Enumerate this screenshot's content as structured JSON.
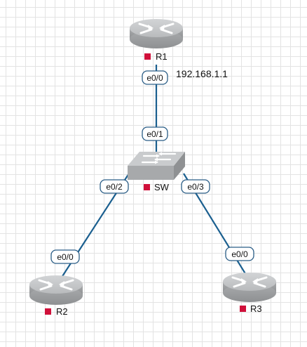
{
  "colors": {
    "link": "#1a5f8f",
    "status": "#d0103a",
    "device_top": "#c4c6c8",
    "device_side": "#a3a5a7",
    "label_border": "#2a5d86",
    "label_fill": "#ffffff"
  },
  "nodes": {
    "r1": {
      "label": "R1",
      "icon": "router-icon"
    },
    "r2": {
      "label": "R2",
      "icon": "router-icon"
    },
    "r3": {
      "label": "R3",
      "icon": "router-icon"
    },
    "sw": {
      "label": "SW",
      "icon": "switch-icon"
    }
  },
  "links": {
    "r1_sw": {
      "a_port": "e0/0",
      "b_port": "e0/1"
    },
    "sw_r2": {
      "a_port": "e0/2",
      "b_port": "e0/0"
    },
    "sw_r3": {
      "a_port": "e0/3",
      "b_port": "e0/0"
    }
  },
  "annotations": {
    "r1_ip": "192.168.1.1"
  }
}
